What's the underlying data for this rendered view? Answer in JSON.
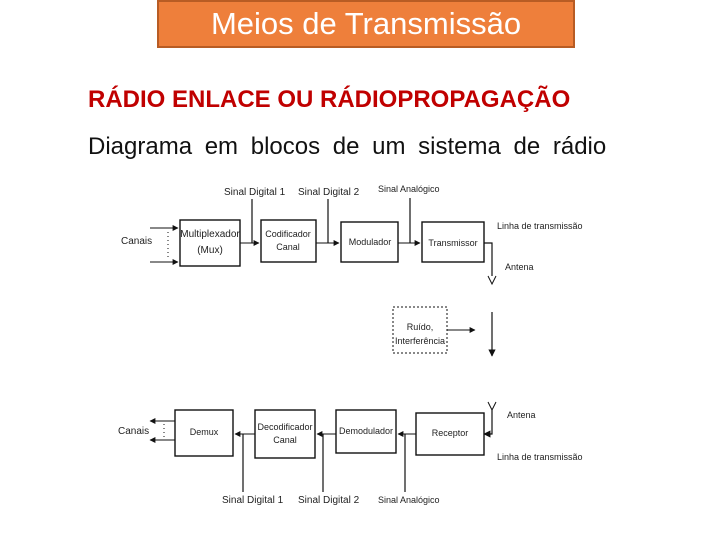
{
  "slide": {
    "title": "Meios de Transmissão",
    "subtitle": "RÁDIO ENLACE OU RÁDIOPROPAGAÇÃO",
    "caption": "Diagrama em blocos de um sistema de rádio"
  },
  "diagram": {
    "top_signals": {
      "digital1": "Sinal Digital 1",
      "digital2": "Sinal Digital 2",
      "analog": "Sinal Analógico"
    },
    "tx": {
      "channels": "Canais",
      "mux": [
        "Multiplexador",
        "(Mux)"
      ],
      "encoder": [
        "Codificador",
        "Canal"
      ],
      "modulator": "Modulador",
      "transmitter": "Transmissor",
      "line": "Linha de transmissão",
      "antenna": "Antena"
    },
    "noise": [
      "Ruído,",
      "Interferência"
    ],
    "rx": {
      "channels": "Canais",
      "demux": "Demux",
      "decoder": [
        "Decodificador",
        "Canal"
      ],
      "demodulator": "Demodulador",
      "receiver": "Receptor",
      "antenna": "Antena",
      "line": "Linha de transmissão"
    },
    "bottom_signals": {
      "digital1": "Sinal Digital 1",
      "digital2": "Sinal Digital 2",
      "analog": "Sinal Analógico"
    }
  }
}
